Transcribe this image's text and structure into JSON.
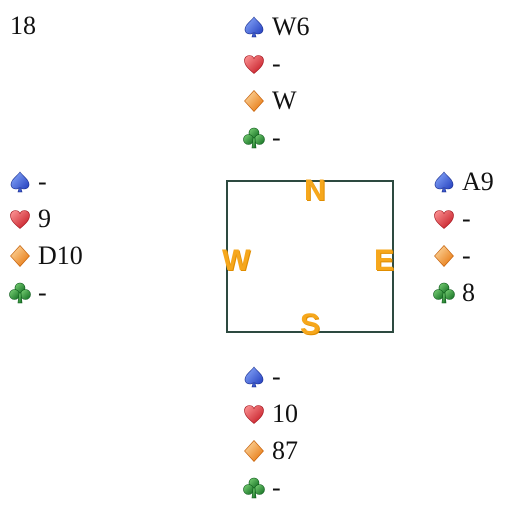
{
  "deal": {
    "number": "18"
  },
  "compass": {
    "north": "N",
    "south": "S",
    "west": "W",
    "east": "E"
  },
  "hands": {
    "north": {
      "spades": "W6",
      "hearts": "-",
      "diamonds": "W",
      "clubs": "-"
    },
    "west": {
      "spades": "-",
      "hearts": "9",
      "diamonds": "D10",
      "clubs": "-"
    },
    "east": {
      "spades": "A9",
      "hearts": "-",
      "diamonds": "-",
      "clubs": "8"
    },
    "south": {
      "spades": "-",
      "hearts": "10",
      "diamonds": "87",
      "clubs": "-"
    }
  },
  "suit_icons": {
    "spades": {
      "name": "spade-icon",
      "color": "#2d4fd6"
    },
    "hearts": {
      "name": "heart-icon",
      "color": "#e0202b"
    },
    "diamonds": {
      "name": "diamond-icon",
      "color": "#f28a1a"
    },
    "clubs": {
      "name": "club-icon",
      "color": "#1d8a2b"
    }
  }
}
